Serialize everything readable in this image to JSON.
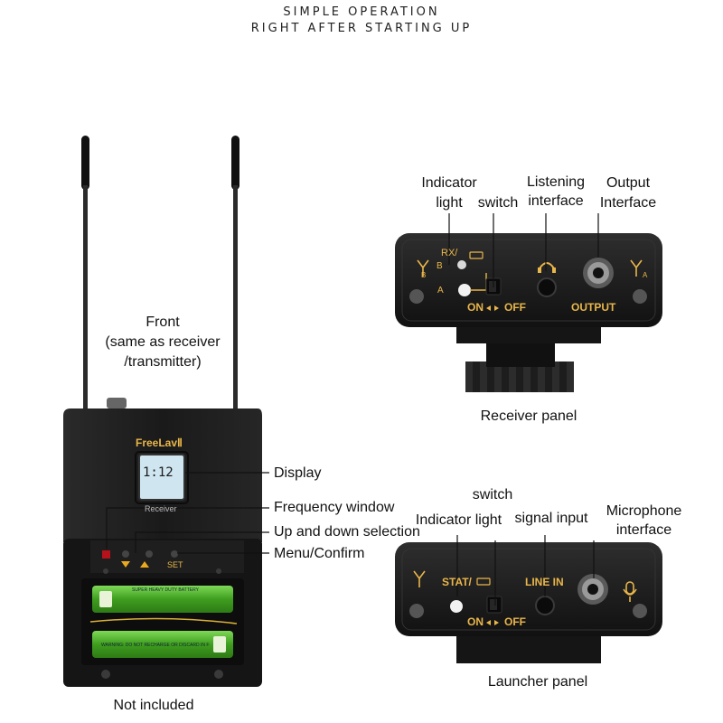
{
  "header": {
    "line1": "SIMPLE OPERATION",
    "line2": "RIGHT AFTER STARTING UP"
  },
  "front_caption": {
    "line1": "Front",
    "line2": "(same as receiver",
    "line3": "/transmitter)"
  },
  "device": {
    "brand": "FreeLavⅡ",
    "display_value": "1:12",
    "model": "Receiver",
    "set_label": "SET",
    "battery_text_1": "SUPER HEAVY DUTY BATTERY",
    "battery_text_2": "WARNING: DO NOT RECHARGE OR DISCARD IN FIRE OR OPEN BATTERY"
  },
  "front_callouts": {
    "display": "Display",
    "frequency_window": "Frequency window",
    "up_down": "Up and down selection",
    "menu_confirm": "Menu/Confirm"
  },
  "not_included": "Not included",
  "receiver_panel": {
    "caption": "Receiver panel",
    "callout_indicator_1": "Indicator",
    "callout_indicator_2": "light",
    "callout_switch": "switch",
    "callout_listening_1": "Listening",
    "callout_listening_2": "interface",
    "callout_output_1": "Output",
    "callout_output_2": "Interface",
    "label_rx": "RX/",
    "label_b": "B",
    "label_a": "A",
    "label_on": "ON",
    "label_off": "OFF",
    "label_output": "OUTPUT",
    "antenna_b": "B",
    "antenna_a": "A"
  },
  "launcher_panel": {
    "caption": "Launcher panel",
    "callout_switch": "switch",
    "callout_indicator": "Indicator light",
    "callout_signal": "signal input",
    "callout_mic_1": "Microphone",
    "callout_mic_2": "interface",
    "label_stat": "STAT/",
    "label_line_in": "LINE IN",
    "label_on": "ON",
    "label_off": "OFF"
  },
  "colors": {
    "panel_text": "#e9b64a",
    "device_body": "#1c1c1c",
    "battery_green": "#4caf2a"
  }
}
